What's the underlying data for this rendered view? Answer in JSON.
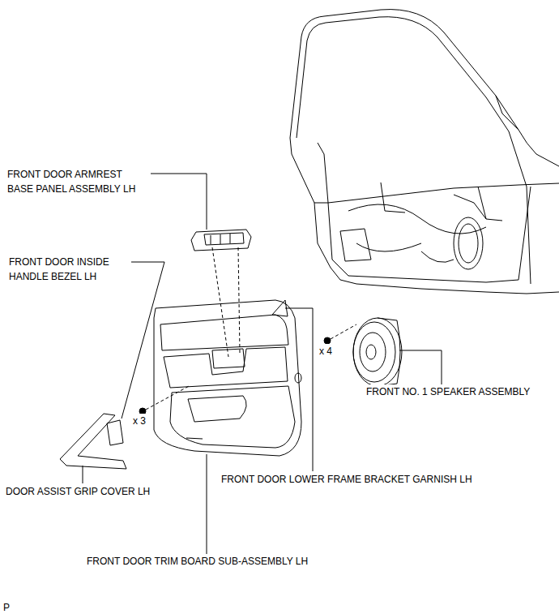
{
  "diagram": {
    "labels": [
      "FRONT DOOR ARMREST BASE PANEL ASSEMBLY LH",
      "FRONT DOOR INSIDE HANDLE BEZEL LH",
      "x 4",
      "FRONT NO. 1 SPEAKER ASSEMBLY",
      "x 3",
      "DOOR ASSIST GRIP COVER LH",
      "FRONT DOOR LOWER FRAME BRACKET GARNISH LH",
      "FRONT DOOR TRIM BOARD SUB-ASSEMBLY LH",
      "P"
    ]
  }
}
